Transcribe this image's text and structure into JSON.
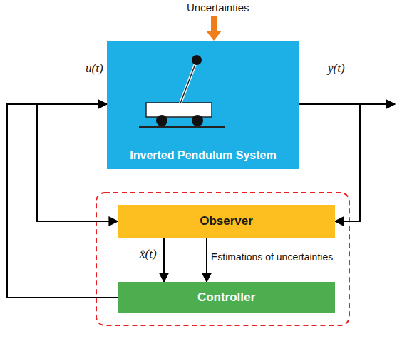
{
  "diagram": {
    "nodes": [
      {
        "text": [
          "Inverted Pendulum System"
        ]
      },
      {
        "text": [
          "Observer"
        ]
      },
      {
        "text": [
          "Controller"
        ]
      }
    ],
    "edges": [
      {
        "from": 0,
        "to": 1,
        "arrow": "to"
      },
      {
        "from": 2,
        "to": 0,
        "arrow": "to"
      },
      {
        "from": 2,
        "to": 1,
        "arrow": "to"
      },
      {
        "from": 1,
        "to": 2,
        "label": "x̂(t)",
        "arrow": "to"
      },
      {
        "from": 1,
        "to": 2,
        "label": "Estimations of uncertainties",
        "arrow": "to"
      }
    ],
    "labels": [
      "Uncertainties",
      "u(t)",
      "y(t)"
    ]
  }
}
